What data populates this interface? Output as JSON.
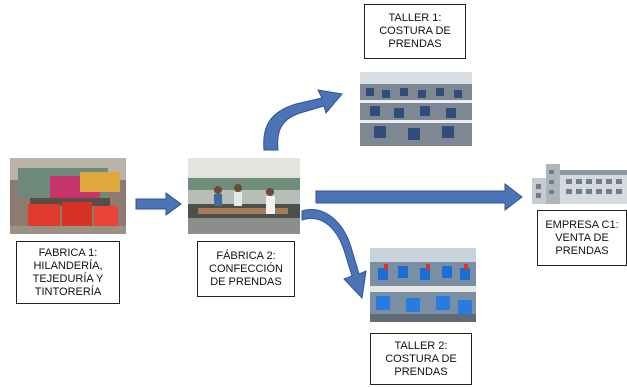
{
  "nodes": {
    "fabrica1": {
      "label": "FABRICA 1:\nHILANDERÍA,\nTEJEDURÍA Y\nTINTORERÍA"
    },
    "fabrica2": {
      "label": "FÁBRICA 2:\nCONFECCIÓN\nDE PRENDAS"
    },
    "taller1": {
      "label": "TALLER 1:\nCOSTURA DE\nPRENDAS"
    },
    "taller2": {
      "label": "TALLER 2:\nCOSTURA DE\nPRENDAS"
    },
    "empresa": {
      "label": "EMPRESA C1:\nVENTA DE\nPRENDAS"
    }
  },
  "colors": {
    "arrow_fill": "#4a74b5",
    "arrow_stroke": "#2f5496",
    "box_border": "#222222"
  },
  "images": {
    "fabrica1_photo": "textile-dyeing-factory-photo",
    "fabrica2_photo": "garment-factory-workers-photo",
    "taller1_photo": "sewing-workshop-photo",
    "taller2_photo": "sewing-workshop-blue-photo",
    "empresa_photo": "commercial-building-icon"
  }
}
